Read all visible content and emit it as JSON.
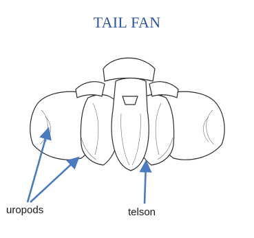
{
  "title": "TAIL FAN",
  "labels": {
    "uropods": "uropods",
    "telson": "telson"
  },
  "colors": {
    "title": "#2f5597",
    "arrow": "#4a7bbf",
    "ink": "#2b2b2b"
  }
}
